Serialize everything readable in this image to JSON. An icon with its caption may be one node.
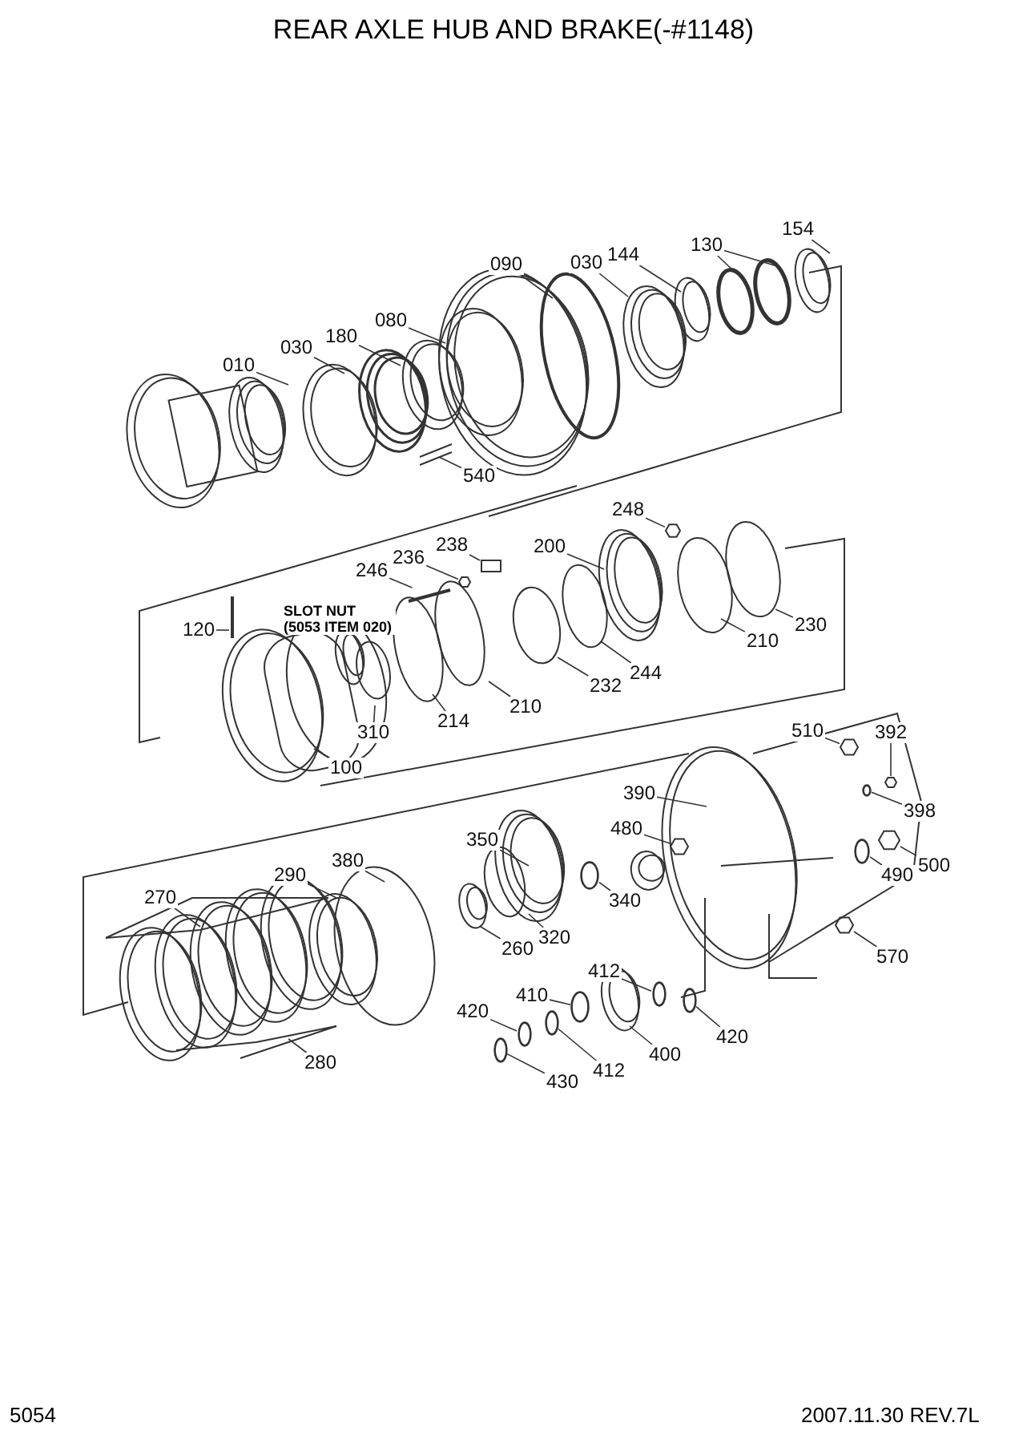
{
  "diagram": {
    "title": "REAR AXLE HUB AND BRAKE(-#1148)",
    "nodes": [
      {
        "text": [
          "154"
        ]
      },
      {
        "text": [
          "130"
        ]
      },
      {
        "text": [
          "144"
        ]
      },
      {
        "text": [
          "030"
        ]
      },
      {
        "text": [
          "090"
        ]
      },
      {
        "text": [
          "080"
        ]
      },
      {
        "text": [
          "180"
        ]
      },
      {
        "text": [
          "030"
        ]
      },
      {
        "text": [
          "010"
        ]
      },
      {
        "text": [
          "540"
        ]
      },
      {
        "text": [
          "248"
        ]
      },
      {
        "text": [
          "200"
        ]
      },
      {
        "text": [
          "238"
        ]
      },
      {
        "text": [
          "236"
        ]
      },
      {
        "text": [
          "246"
        ]
      },
      {
        "text": [
          "120"
        ]
      },
      {
        "text": [
          "230"
        ]
      },
      {
        "text": [
          "210"
        ]
      },
      {
        "text": [
          "244"
        ]
      },
      {
        "text": [
          "232"
        ]
      },
      {
        "text": [
          "210"
        ]
      },
      {
        "text": [
          "214"
        ]
      },
      {
        "text": [
          "310"
        ]
      },
      {
        "text": [
          "100"
        ]
      },
      {
        "text": [
          "510"
        ]
      },
      {
        "text": [
          "392"
        ]
      },
      {
        "text": [
          "390"
        ]
      },
      {
        "text": [
          "398"
        ]
      },
      {
        "text": [
          "480"
        ]
      },
      {
        "text": [
          "350"
        ]
      },
      {
        "text": [
          "380"
        ]
      },
      {
        "text": [
          "290"
        ]
      },
      {
        "text": [
          "500"
        ]
      },
      {
        "text": [
          "490"
        ]
      },
      {
        "text": [
          "270"
        ]
      },
      {
        "text": [
          "340"
        ]
      },
      {
        "text": [
          "320"
        ]
      },
      {
        "text": [
          "260"
        ]
      },
      {
        "text": [
          "570"
        ]
      },
      {
        "text": [
          "412"
        ]
      },
      {
        "text": [
          "410"
        ]
      },
      {
        "text": [
          "420"
        ]
      },
      {
        "text": [
          "420"
        ]
      },
      {
        "text": [
          "400"
        ]
      },
      {
        "text": [
          "280"
        ]
      },
      {
        "text": [
          "412"
        ]
      },
      {
        "text": [
          "430"
        ]
      },
      {
        "text": [],
        "shape": "picture"
      },
      {
        "text": [],
        "shape": "box"
      },
      {
        "text": [],
        "shape": "picture"
      },
      {
        "text": [],
        "shape": "picture"
      },
      {
        "text": [],
        "shape": "picture"
      },
      {
        "text": [],
        "shape": "picture"
      },
      {
        "text": [],
        "shape": "circle"
      },
      {
        "text": [],
        "shape": "picture"
      },
      {
        "text": [],
        "shape": "picture"
      },
      {
        "text": [],
        "shape": "circle"
      },
      {
        "text": [],
        "shape": "circle"
      },
      {
        "text": [],
        "shape": "picture"
      },
      {
        "text": [],
        "shape": "circle"
      },
      {
        "text": [],
        "shape": "circle"
      },
      {
        "text": [],
        "shape": "circle"
      },
      {
        "text": [],
        "shape": "circle"
      },
      {
        "text": [],
        "shape": "circle"
      },
      {
        "text": [],
        "shape": "circle"
      }
    ],
    "edges": [
      {
        "from": 0,
        "to": null,
        "arrow": "none"
      },
      {
        "from": 1,
        "to": null,
        "arrow": "none"
      },
      {
        "from": 1,
        "to": null,
        "arrow": "none"
      },
      {
        "from": 2,
        "to": null,
        "arrow": "none"
      },
      {
        "from": 3,
        "to": null,
        "arrow": "none"
      },
      {
        "from": 4,
        "to": null,
        "arrow": "none"
      },
      {
        "from": 5,
        "to": null,
        "arrow": "none"
      },
      {
        "from": 6,
        "to": null,
        "arrow": "none"
      },
      {
        "from": 7,
        "to": null,
        "arrow": "none"
      },
      {
        "from": 8,
        "to": null,
        "arrow": "none"
      },
      {
        "from": 9,
        "to": null,
        "arrow": "none"
      },
      {
        "from": 10,
        "to": 47,
        "arrow": "none"
      },
      {
        "from": 11,
        "to": null,
        "arrow": "none"
      },
      {
        "from": 12,
        "to": 48,
        "arrow": "none"
      },
      {
        "from": 13,
        "to": 49,
        "arrow": "none"
      },
      {
        "from": 14,
        "to": 50,
        "arrow": "none"
      },
      {
        "from": 15,
        "to": null,
        "arrow": "none"
      },
      {
        "from": 16,
        "to": null,
        "arrow": "none"
      },
      {
        "from": 17,
        "to": null,
        "arrow": "none"
      },
      {
        "from": 18,
        "to": null,
        "arrow": "none"
      },
      {
        "from": 19,
        "to": null,
        "arrow": "none"
      },
      {
        "from": 20,
        "to": null,
        "arrow": "none"
      },
      {
        "from": 21,
        "to": null,
        "arrow": "none"
      },
      {
        "from": 22,
        "to": null,
        "arrow": "none"
      },
      {
        "from": 23,
        "to": null,
        "arrow": "none"
      },
      {
        "from": 24,
        "to": 51,
        "arrow": "none"
      },
      {
        "from": 25,
        "to": 52,
        "arrow": "none"
      },
      {
        "from": 26,
        "to": null,
        "arrow": "none"
      },
      {
        "from": 27,
        "to": 53,
        "arrow": "none"
      },
      {
        "from": 28,
        "to": 54,
        "arrow": "none"
      },
      {
        "from": 29,
        "to": null,
        "arrow": "none"
      },
      {
        "from": 30,
        "to": null,
        "arrow": "none"
      },
      {
        "from": 31,
        "to": null,
        "arrow": "none"
      },
      {
        "from": 32,
        "to": 55,
        "arrow": "none"
      },
      {
        "from": 33,
        "to": 56,
        "arrow": "none"
      },
      {
        "from": 34,
        "to": null,
        "arrow": "none"
      },
      {
        "from": 35,
        "to": 57,
        "arrow": "none"
      },
      {
        "from": 36,
        "to": null,
        "arrow": "none"
      },
      {
        "from": 37,
        "to": null,
        "arrow": "none"
      },
      {
        "from": 38,
        "to": 58,
        "arrow": "none"
      },
      {
        "from": 39,
        "to": 64,
        "arrow": "none"
      },
      {
        "from": 40,
        "to": 59,
        "arrow": "none"
      },
      {
        "from": 41,
        "to": 60,
        "arrow": "none"
      },
      {
        "from": 42,
        "to": 61,
        "arrow": "none"
      },
      {
        "from": 43,
        "to": null,
        "arrow": "none"
      },
      {
        "from": 44,
        "to": null,
        "arrow": "none"
      },
      {
        "from": 45,
        "to": 63,
        "arrow": "none"
      },
      {
        "from": 46,
        "to": 62,
        "arrow": "none"
      }
    ],
    "labels": [
      "SLOT NUT (5053 ITEM 020)",
      "5054",
      "2007.11.30 REV.7L"
    ]
  }
}
